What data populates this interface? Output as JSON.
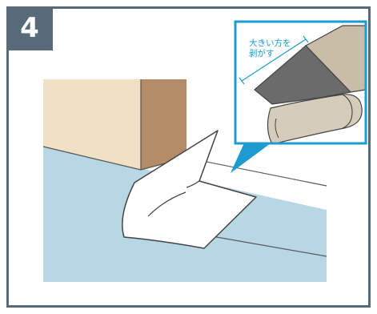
{
  "step": {
    "number": "4"
  },
  "callout": {
    "line1": "大きい方を",
    "line2": "剥がす"
  },
  "colors": {
    "frame": "#566a78",
    "callout_border": "#1d9bd0",
    "floor": "#b8d7e5",
    "wall_front": "#f0e0c4",
    "wall_side": "#b48b67",
    "backing_dark": "#6b6b6b",
    "backing_tan": "#c9bda8"
  }
}
